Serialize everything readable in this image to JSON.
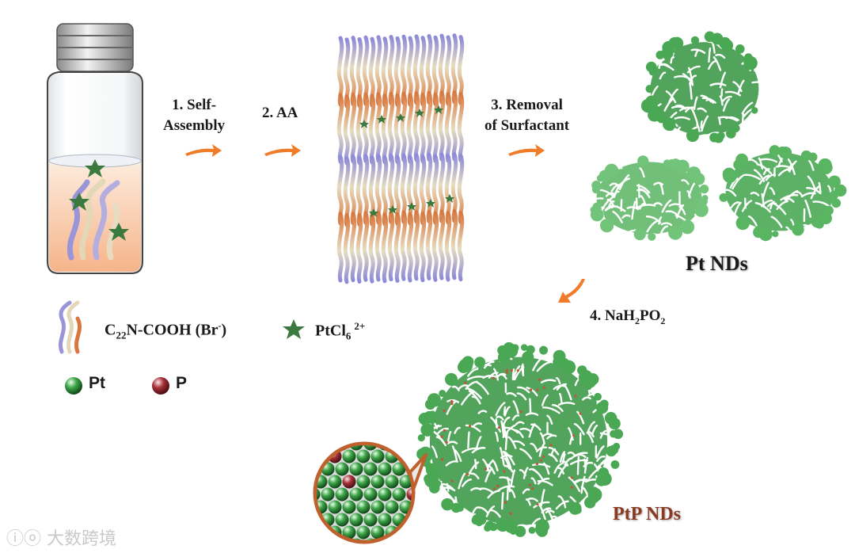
{
  "colors": {
    "nd_green": "#3f9a4a",
    "nd_green_light": "#62b86a",
    "arrow_orange": "#f07c2a",
    "star_green": "#3b7a3e",
    "chain_purple": "#8e8ad8",
    "chain_cream": "#e6dcc0",
    "chain_orange": "#d9773e",
    "ptp_label": "#8a3a22",
    "pt_label": "#1a1a1a"
  },
  "steps": {
    "step1_line1": "1. Self-",
    "step1_line2": "Assembly",
    "step2": "2. AA",
    "step3_line1": "3. Removal",
    "step3_line2": "of Surfactant",
    "step4_prefix": "4. NaH",
    "step4_sub1": "2",
    "step4_mid": "PO",
    "step4_sub2": "2"
  },
  "legend": {
    "surfactant_c": "C",
    "surfactant_sub": "22",
    "surfactant_rest": "N-COOH (Br",
    "surfactant_sup": "-",
    "surfactant_close": ")",
    "ptcl_main": "PtCl",
    "ptcl_sub": "6",
    "ptcl_sup": "2+",
    "pt_atom": "Pt",
    "p_atom": "P"
  },
  "labels": {
    "pt_nds": "Pt NDs",
    "ptp_nds": "PtP NDs"
  },
  "watermark": {
    "logo": "ⓘⓞ",
    "text": "大数跨境"
  }
}
